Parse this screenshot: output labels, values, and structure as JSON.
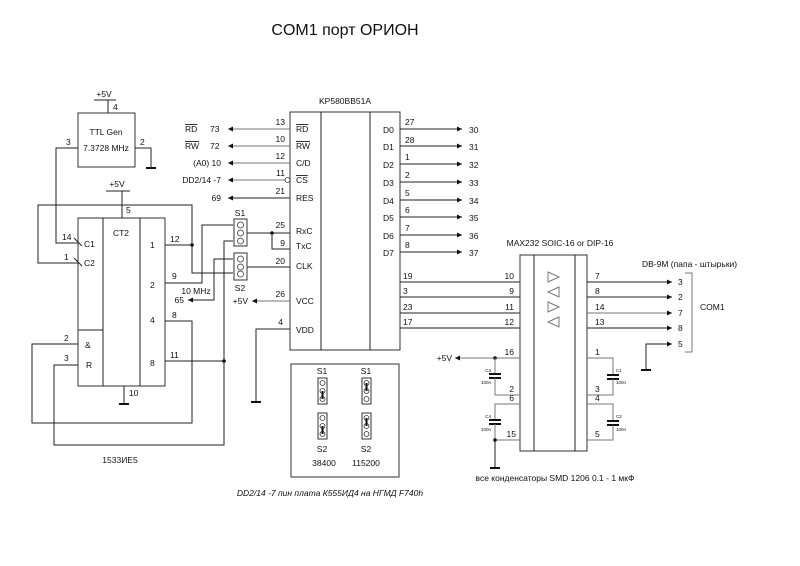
{
  "title": "COM1 порт ОРИОН",
  "ttl_gen": {
    "supply": "+5V",
    "pin_vcc": "4",
    "name": "TTL Gen",
    "freq": "7.3728 MHz",
    "pin_out": "3",
    "pin_gnd": "2"
  },
  "counter": {
    "name": "CT2",
    "part": "1533ИЕ5",
    "supply": "+5V",
    "pin_vcc": "5",
    "pin_gnd": "10",
    "inputs": [
      {
        "label": "C1",
        "pin": "14"
      },
      {
        "label": "C2",
        "pin": "1"
      },
      {
        "label": "&",
        "pin": "2"
      },
      {
        "label": "R",
        "pin": "3"
      }
    ],
    "outputs": [
      {
        "label": "1",
        "pin": "12"
      },
      {
        "label": "2",
        "pin": "9"
      },
      {
        "label": "4",
        "pin": "8"
      },
      {
        "label": "8",
        "pin": "11"
      }
    ]
  },
  "jumpers": {
    "s1": "S1",
    "s2": "S2",
    "clk_freq": "10 MHz",
    "clk_net": "65"
  },
  "usart": {
    "name": "KP580BB51A",
    "left_pins": [
      {
        "signal": "RD",
        "pin": "13",
        "net_name": "RD",
        "net": "73"
      },
      {
        "signal": "RW",
        "pin": "10",
        "net_name": "RW",
        "net": "72"
      },
      {
        "signal": "C/D",
        "pin": "12",
        "net": "(A0) 10"
      },
      {
        "signal": "CS",
        "pin": "11",
        "net": "DD2/14 -7"
      },
      {
        "signal": "RES",
        "pin": "21",
        "net": "69"
      },
      {
        "signal": "RxC",
        "pin": "25"
      },
      {
        "signal": "TxC",
        "pin": "9"
      },
      {
        "signal": "CLK",
        "pin": "20"
      },
      {
        "signal": "VCC",
        "pin": "26",
        "net": "+5V"
      },
      {
        "signal": "VDD",
        "pin": "4"
      }
    ],
    "data_pins": [
      {
        "signal": "D0",
        "pin": "27",
        "net": "30"
      },
      {
        "signal": "D1",
        "pin": "28",
        "net": "31"
      },
      {
        "signal": "D2",
        "pin": "1",
        "net": "32"
      },
      {
        "signal": "D3",
        "pin": "2",
        "net": "33"
      },
      {
        "signal": "D4",
        "pin": "5",
        "net": "34"
      },
      {
        "signal": "D5",
        "pin": "6",
        "net": "35"
      },
      {
        "signal": "D6",
        "pin": "7",
        "net": "36"
      },
      {
        "signal": "D7",
        "pin": "8",
        "net": "37"
      }
    ],
    "serial_pins": [
      "19",
      "3",
      "23",
      "17"
    ]
  },
  "max232": {
    "name": "MAX232  SOIC-16  or DIP-16",
    "left_pins": [
      "10",
      "9",
      "11",
      "12"
    ],
    "right_pins": [
      "7",
      "8",
      "14",
      "13"
    ],
    "supply": "+5V",
    "pin_vcc": "16",
    "pin_2": "2",
    "pin_6": "6",
    "pin_15": "15",
    "pin_1": "1",
    "pin_3": "3",
    "pin_4": "4",
    "pin_5": "5",
    "caps": [
      {
        "name": "C3",
        "value": "100n"
      },
      {
        "name": "C4",
        "value": "100n"
      },
      {
        "name": "C1",
        "value": "100n"
      },
      {
        "name": "C2",
        "value": "100n"
      }
    ]
  },
  "connector": {
    "name": "DB-9M (папа - штырьки)",
    "pins": [
      "3",
      "2",
      "7",
      "8",
      "5"
    ],
    "label": "COM1"
  },
  "jumper_table": {
    "configs": [
      {
        "s1": "S1",
        "s2": "S2",
        "baud": "38400",
        "s1_pos": "2-3",
        "s2_pos": "2-3"
      },
      {
        "s1": "S1",
        "s2": "S2",
        "baud": "115200",
        "s1_pos": "1-2",
        "s2_pos": "1-2"
      }
    ]
  },
  "notes": {
    "caps": "все конденсаторы SMD 1206  0.1 - 1 мкФ",
    "dd2": "DD2/14 -7 пин плата  К555ИД4  на НГМД  F740h"
  }
}
